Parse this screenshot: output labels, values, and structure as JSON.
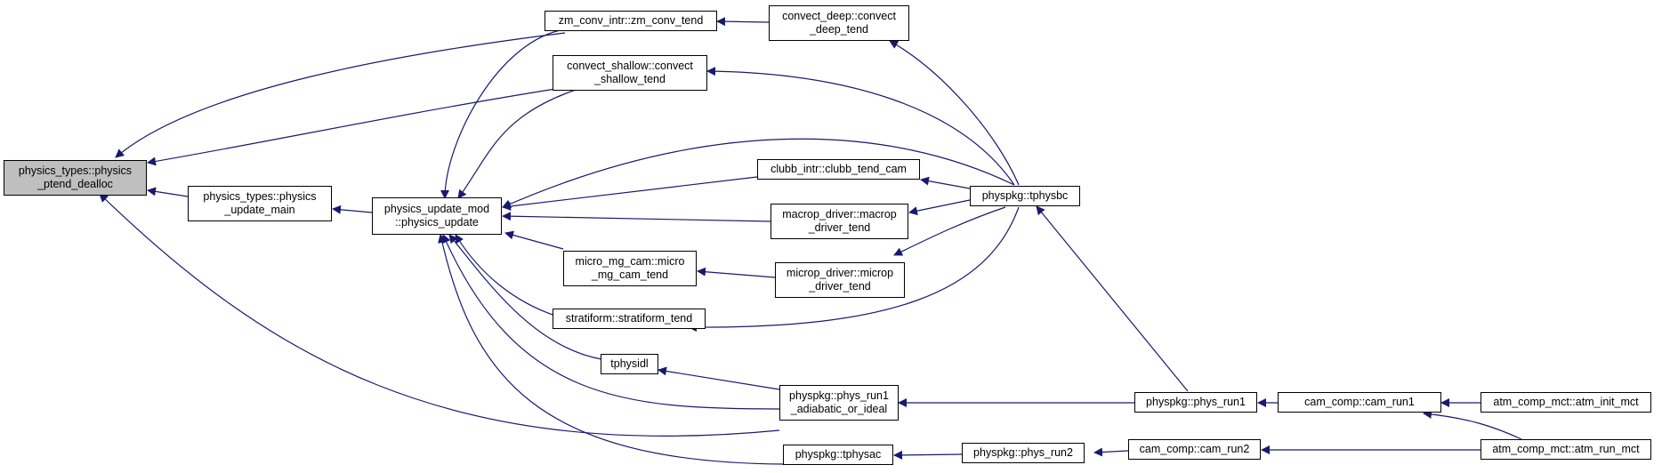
{
  "colors": {
    "edge": "#191970",
    "focus_fill": "#bfbfbf",
    "node_border": "#000000",
    "background": "#ffffff"
  },
  "nodes": {
    "physics_ptend_dealloc": "physics_types::physics\n_ptend_dealloc",
    "physics_update_main": "physics_types::physics\n_update_main",
    "physics_update": "physics_update_mod\n::physics_update",
    "zm_conv_tend": "zm_conv_intr::zm_conv_tend",
    "convect_deep_tend": "convect_deep::convect\n_deep_tend",
    "convect_shallow_tend": "convect_shallow::convect\n_shallow_tend",
    "clubb_tend_cam": "clubb_intr::clubb_tend_cam",
    "macrop_driver_tend": "macrop_driver::macrop\n_driver_tend",
    "micro_mg_cam_tend": "micro_mg_cam::micro\n_mg_cam_tend",
    "microp_driver_tend": "microp_driver::microp\n_driver_tend",
    "stratiform_tend": "stratiform::stratiform_tend",
    "tphysidl": "tphysidl",
    "phys_run1_adiabatic_or_ideal": "physpkg::phys_run1\n_adiabatic_or_ideal",
    "tphysac": "physpkg::tphysac",
    "phys_run2": "physpkg::phys_run2",
    "tphysbc": "physpkg::tphysbc",
    "phys_run1": "physpkg::phys_run1",
    "cam_run1": "cam_comp::cam_run1",
    "cam_run2": "cam_comp::cam_run2",
    "atm_init_mct": "atm_comp_mct::atm_init_mct",
    "atm_run_mct": "atm_comp_mct::atm_run_mct"
  }
}
